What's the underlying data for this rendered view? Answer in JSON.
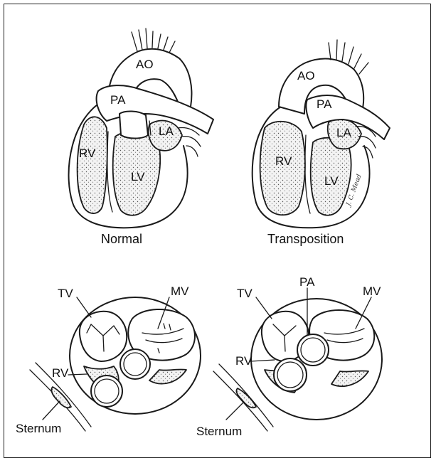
{
  "labels": {
    "normal": {
      "ao": "AO",
      "pa": "PA",
      "la": "LA",
      "rv": "RV",
      "lv": "LV",
      "caption": "Normal"
    },
    "transposition": {
      "ao": "AO",
      "pa": "PA",
      "la": "LA",
      "rv": "RV",
      "lv": "LV",
      "caption": "Transposition"
    },
    "normal_section": {
      "tv": "TV",
      "mv": "MV",
      "rv": "RV",
      "sternum": "Sternum"
    },
    "transposition_section": {
      "tv": "TV",
      "pa": "PA",
      "mv": "MV",
      "rv": "RV",
      "sternum": "Sternum"
    }
  }
}
